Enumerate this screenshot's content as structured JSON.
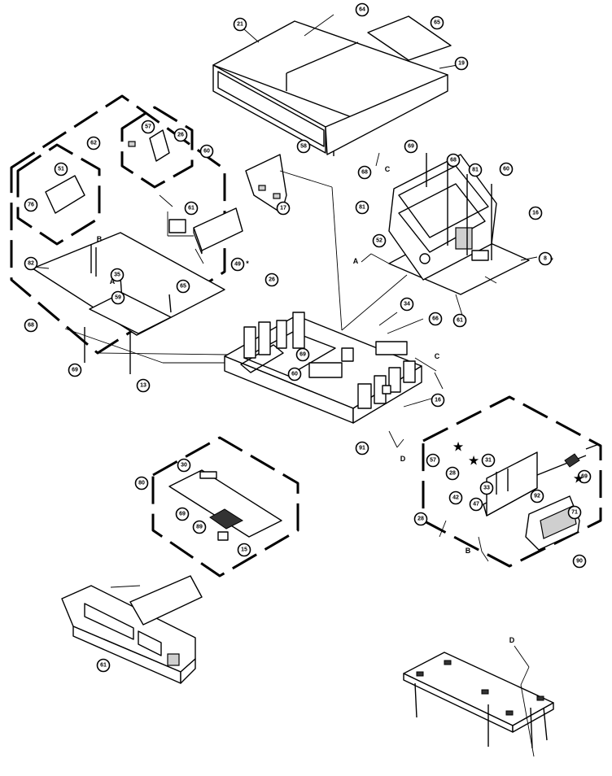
{
  "diagram": {
    "callouts": [
      "21",
      "64",
      "65",
      "19",
      "62",
      "51",
      "76",
      "57",
      "26",
      "60",
      "58",
      "26",
      "17",
      "69",
      "68",
      "81",
      "60",
      "68",
      "81",
      "52",
      "16",
      "8",
      "61",
      "49",
      "61",
      "35",
      "59",
      "65",
      "82",
      "68",
      "69",
      "13",
      "34",
      "66",
      "69",
      "60",
      "16",
      "91",
      "80",
      "30",
      "69",
      "89",
      "15",
      "28",
      "90",
      "57",
      "28",
      "31",
      "33",
      "42",
      "47",
      "92",
      "71",
      "69",
      "61"
    ],
    "reference_letters": [
      "A",
      "A",
      "B",
      "B",
      "C",
      "C",
      "D",
      "D"
    ],
    "star_marks": [
      "★",
      "★",
      "★"
    ],
    "asterisk_marks": [
      "*",
      "*"
    ]
  }
}
